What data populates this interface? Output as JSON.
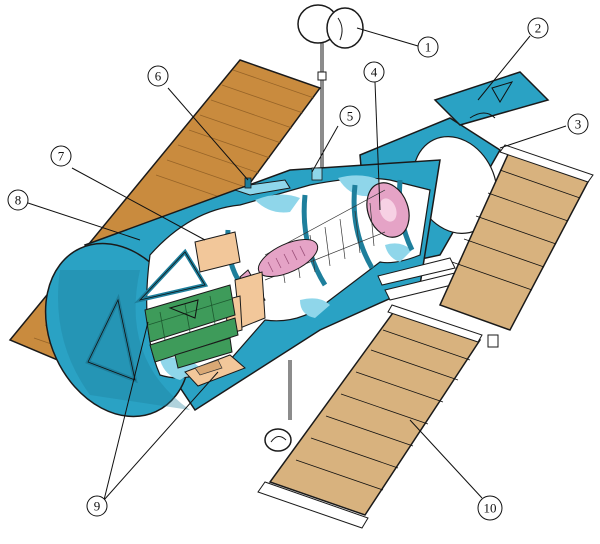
{
  "colors": {
    "tube": "#2AA2C4",
    "tube_dark": "#1E7F9C",
    "tube_light": "#8FD6EA",
    "interior": "#FFFFFF",
    "panel_left": "#C98B3E",
    "panel_right": "#D8B27E",
    "pink": "#E5A3C6",
    "green": "#3E9B5A",
    "beige": "#F2C79A",
    "outline": "#1A1A1A"
  },
  "callouts": [
    {
      "label": "1"
    },
    {
      "label": "2"
    },
    {
      "label": "3"
    },
    {
      "label": "4"
    },
    {
      "label": "5"
    },
    {
      "label": "6"
    },
    {
      "label": "7"
    },
    {
      "label": "8"
    },
    {
      "label": "9"
    },
    {
      "label": "10"
    }
  ]
}
